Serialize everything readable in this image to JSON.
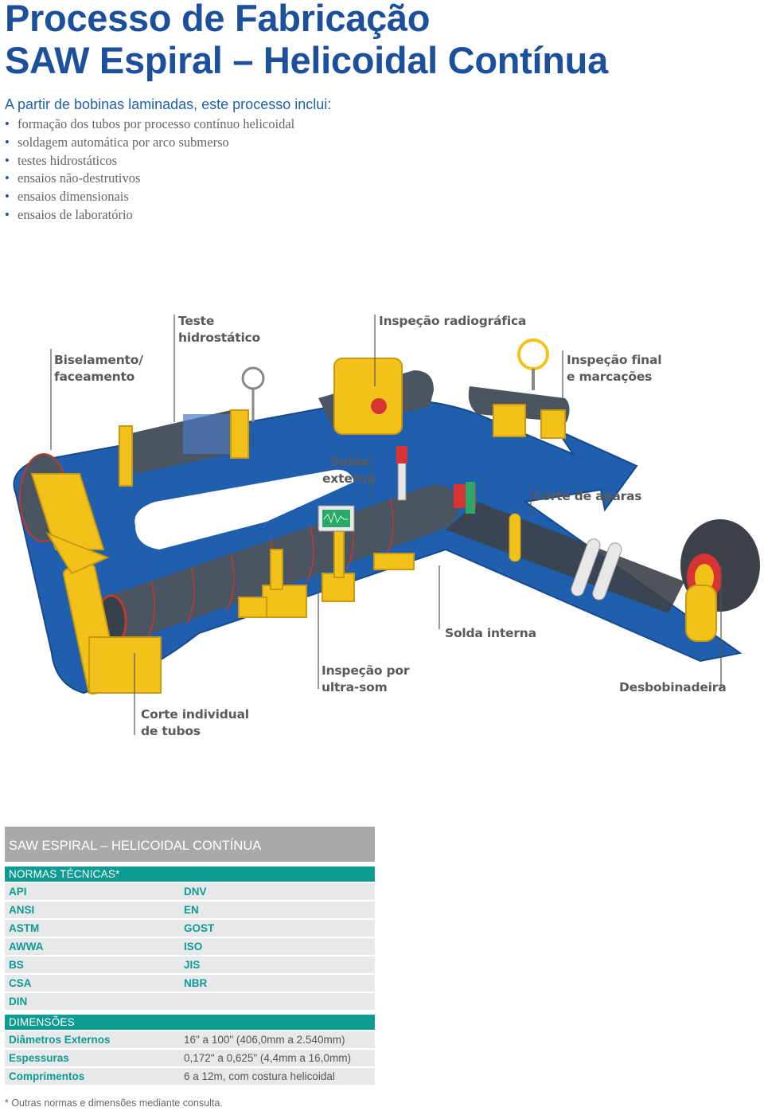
{
  "header": {
    "title_line1": "Processo de Fabricação",
    "title_line2": "SAW Espiral – Helicoidal Contínua",
    "intro": "A partir de bobinas laminadas, este processo inclui:",
    "bullets": [
      "formação dos tubos por processo contínuo helicoidal",
      "soldagem automática por arco submerso",
      "testes hidrostáticos",
      "ensaios não-destrutivos",
      "ensaios dimensionais",
      "ensaios de laboratório"
    ]
  },
  "diagram": {
    "colors": {
      "track": "#1f5fae",
      "machine": "#f2c21a",
      "pipe": "#4a5561",
      "weld": "#c0392b",
      "label": "#5a5a5a"
    },
    "labels": {
      "biselamento": "Biselamento/\nfaceamento",
      "teste_hidrostatico": "Teste\nhidrostático",
      "inspecao_radiografica": "Inspeção radiográfica",
      "inspecao_final": "Inspeção final\ne marcações",
      "solda_externa": "Solda\nexterna",
      "corte_aparas": "Corte de aparas",
      "solda_interna": "Solda interna",
      "inspecao_ultrasom": "Inspeção por\nultra-som",
      "desbobinadeira": "Desbobinadeira",
      "corte_individual": "Corte individual\nde tubos"
    }
  },
  "table": {
    "title": "SAW ESPIRAL – HELICOIDAL CONTÍNUA",
    "normas_header": "NORMAS TÉCNICAS*",
    "normas": [
      [
        "API",
        "DNV"
      ],
      [
        "ANSI",
        "EN"
      ],
      [
        "ASTM",
        "GOST"
      ],
      [
        "AWWA",
        "ISO"
      ],
      [
        "BS",
        "JIS"
      ],
      [
        "CSA",
        "NBR"
      ],
      [
        "DIN",
        ""
      ]
    ],
    "dimensoes_header": "DIMENSÕES",
    "dimensoes": [
      [
        "Diâmetros Externos",
        "16\" a 100\" (406,0mm a 2.540mm)"
      ],
      [
        "Espessuras",
        "0,172\" a 0,625\" (4,4mm a 16,0mm)"
      ],
      [
        "Comprimentos",
        "6 a 12m, com costura helicoidal"
      ]
    ],
    "note": "* Outras normas e dimensões mediante consulta."
  }
}
